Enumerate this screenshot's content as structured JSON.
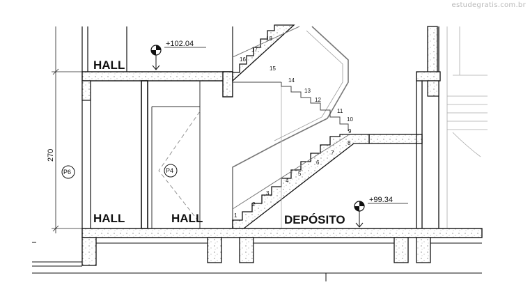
{
  "watermark": "estudegratis.com.br",
  "rooms": {
    "hall_upper": "HALL",
    "hall_lower_left": "HALL",
    "hall_lower_mid": "HALL",
    "deposito": "DEPÓSITO"
  },
  "elevations": {
    "upper": "+102.04",
    "lower": "+99.34"
  },
  "dimension": {
    "height": "270"
  },
  "pillars": {
    "p6": "P6",
    "p4": "P4"
  },
  "steps": [
    "1",
    "2",
    "3",
    "4",
    "5",
    "6",
    "7",
    "8",
    "9",
    "10",
    "11",
    "12",
    "13",
    "14",
    "15",
    "16",
    "17",
    "18"
  ]
}
